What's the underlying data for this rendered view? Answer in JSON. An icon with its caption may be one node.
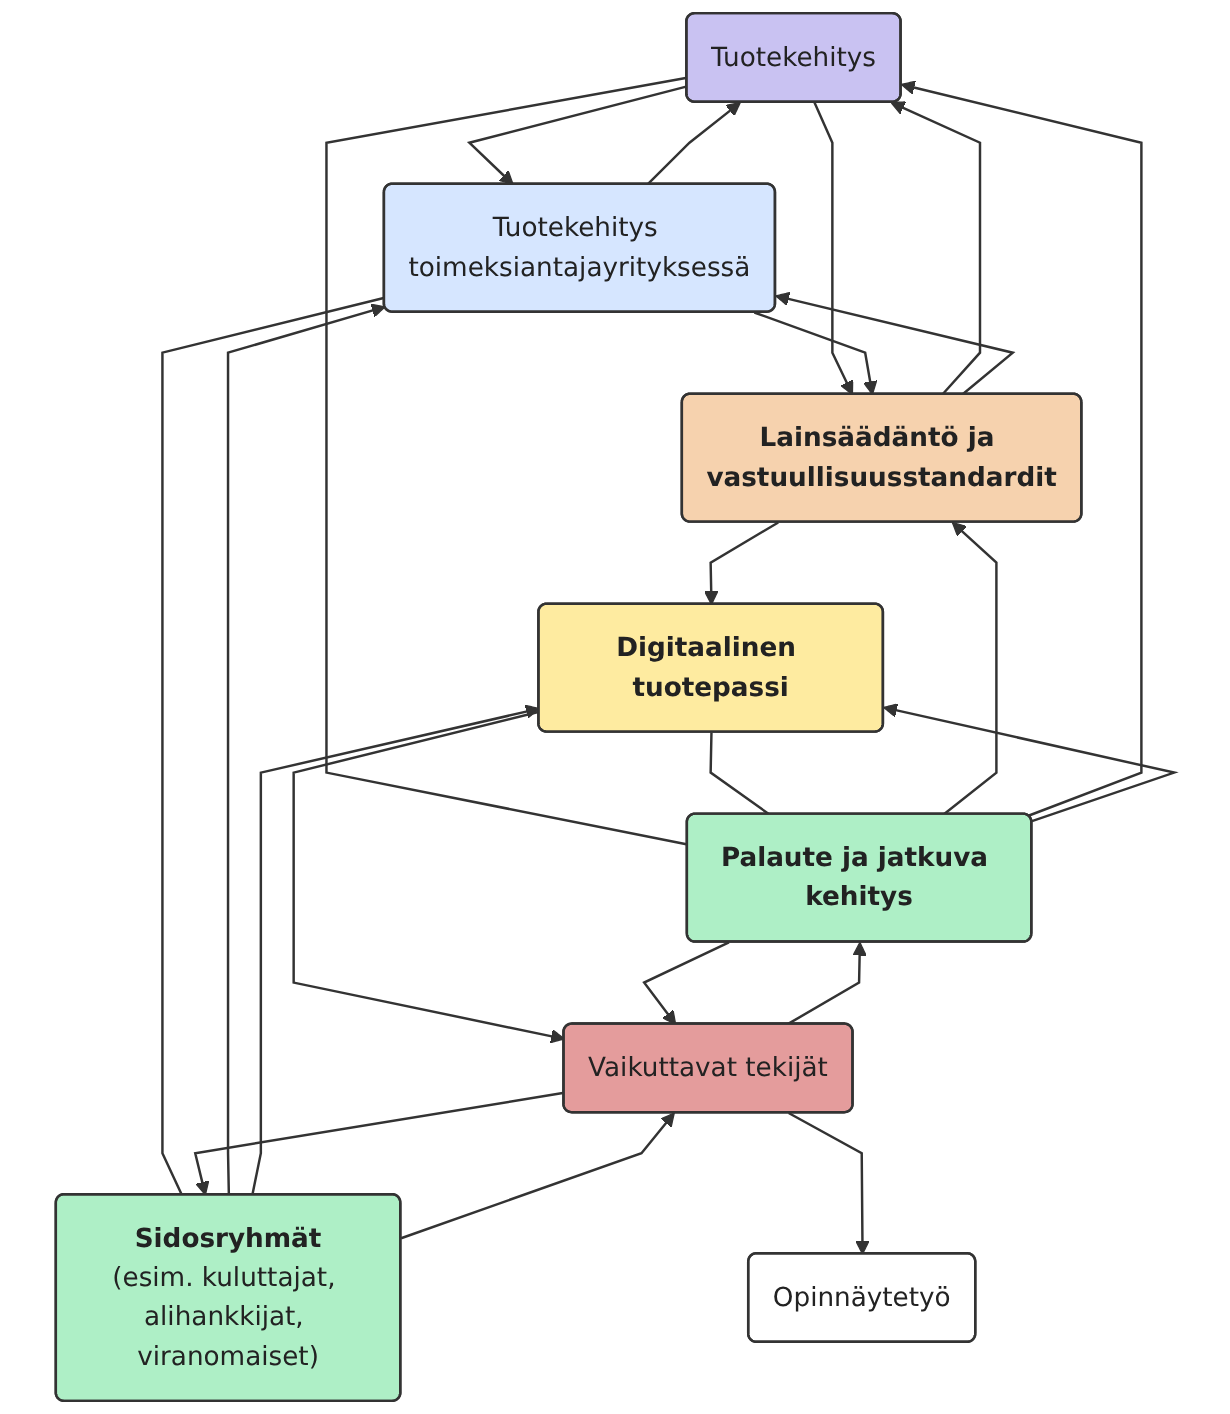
{
  "diagram": {
    "nodes": [
      {
        "text": [
          "Tuotekehitys"
        ]
      },
      {
        "text": [
          "Tuotekehitys toimeksiantajayrityksessä"
        ]
      },
      {
        "text": [
          "Lainsäädäntö ja vastuullisuusstandardit"
        ]
      },
      {
        "text": [
          "Palaute ja jatkuva kehitys"
        ]
      },
      {
        "text": [
          "Digitaalinen tuotepassi"
        ]
      },
      {
        "text": [
          "Sidosryhmät",
          "(esim. kuluttajat, alihankkijat, viranomaiset)"
        ]
      },
      {
        "text": [
          "Vaikuttavat tekijät"
        ]
      },
      {
        "text": [
          "Opinnäytetyö"
        ]
      }
    ],
    "edges": [
      {
        "from": 0,
        "to": 1,
        "arrow": "to"
      },
      {
        "from": 1,
        "to": 0,
        "arrow": "to"
      },
      {
        "from": 2,
        "to": 0,
        "arrow": "to"
      },
      {
        "from": 2,
        "to": 1,
        "arrow": "to"
      },
      {
        "from": 0,
        "to": 2,
        "arrow": "to"
      },
      {
        "from": 1,
        "to": 2,
        "arrow": "to"
      },
      {
        "from": 3,
        "to": 2,
        "arrow": "to"
      },
      {
        "from": 3,
        "to": 0,
        "arrow": "to"
      },
      {
        "from": 0,
        "to": 3,
        "arrow": "none"
      },
      {
        "from": 5,
        "to": 1,
        "arrow": "to"
      },
      {
        "from": 1,
        "to": 5,
        "arrow": "none"
      },
      {
        "from": 2,
        "to": 4,
        "arrow": "to"
      },
      {
        "from": 3,
        "to": 4,
        "arrow": "to"
      },
      {
        "from": 4,
        "to": 3,
        "arrow": "none"
      },
      {
        "from": 5,
        "to": 4,
        "arrow": "to"
      },
      {
        "from": 4,
        "to": 6,
        "arrow": "to"
      },
      {
        "from": 3,
        "to": 6,
        "arrow": "to"
      },
      {
        "from": 6,
        "to": 3,
        "arrow": "to"
      },
      {
        "from": 5,
        "to": 6,
        "arrow": "to"
      },
      {
        "from": 6,
        "to": 5,
        "arrow": "to"
      },
      {
        "from": 6,
        "to": 7,
        "arrow": "to"
      }
    ]
  }
}
